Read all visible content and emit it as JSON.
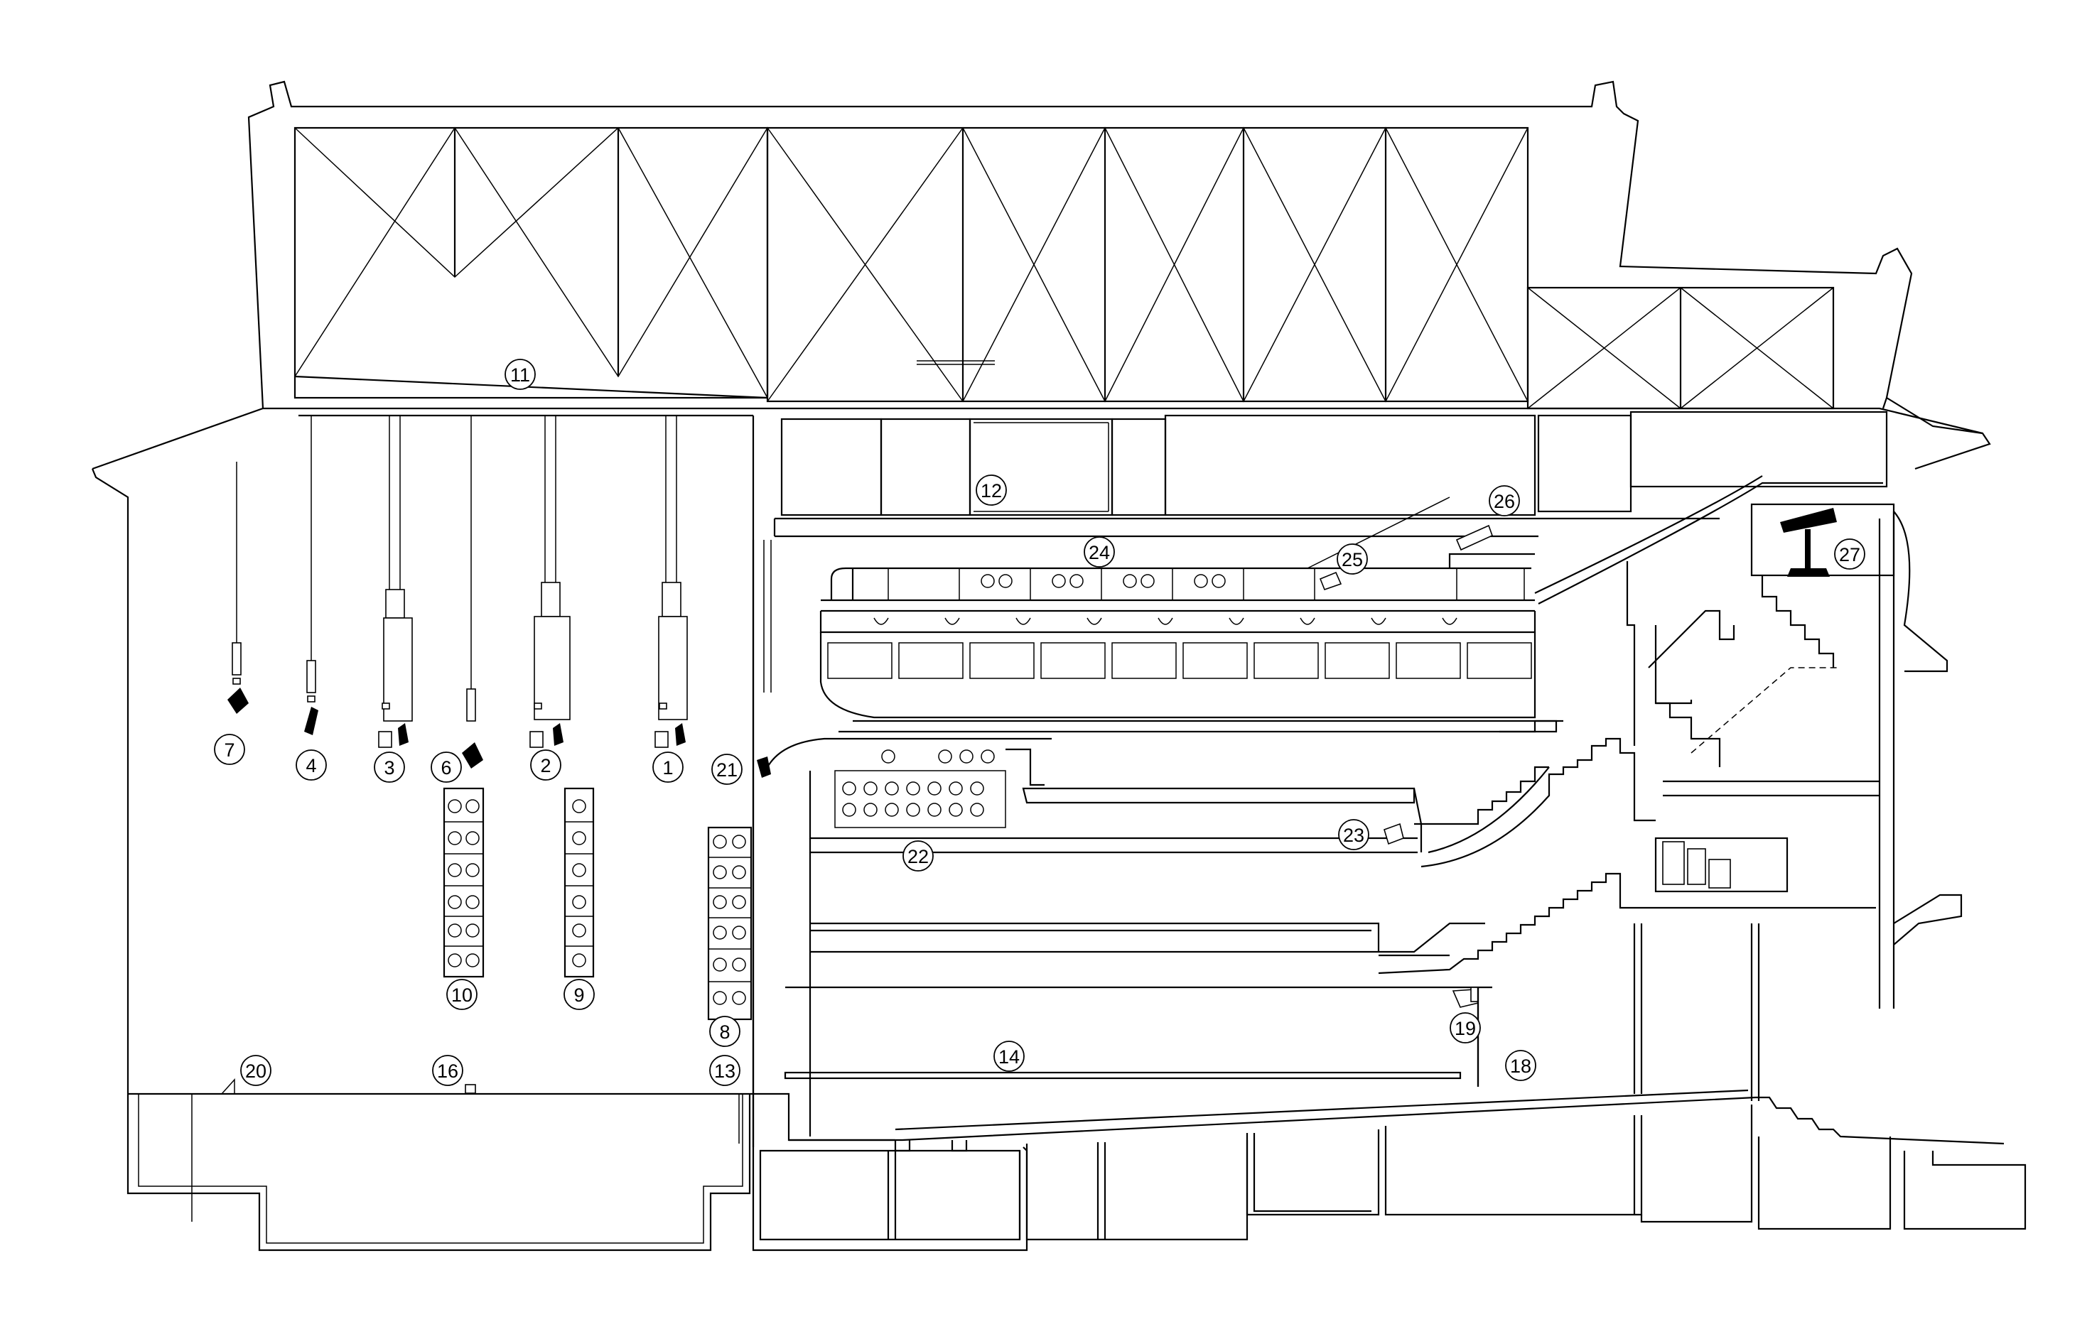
{
  "drawing": {
    "line_color": "#000000",
    "background": "#ffffff"
  },
  "callouts": [
    {
      "id": "1",
      "label": "1"
    },
    {
      "id": "2",
      "label": "2"
    },
    {
      "id": "3",
      "label": "3"
    },
    {
      "id": "4",
      "label": "4"
    },
    {
      "id": "6",
      "label": "6"
    },
    {
      "id": "7",
      "label": "7"
    },
    {
      "id": "8",
      "label": "8"
    },
    {
      "id": "9",
      "label": "9"
    },
    {
      "id": "10",
      "label": "10"
    },
    {
      "id": "11",
      "label": "11"
    },
    {
      "id": "12",
      "label": "12"
    },
    {
      "id": "13",
      "label": "13"
    },
    {
      "id": "14",
      "label": "14"
    },
    {
      "id": "16",
      "label": "16"
    },
    {
      "id": "18",
      "label": "18"
    },
    {
      "id": "19",
      "label": "19"
    },
    {
      "id": "20",
      "label": "20"
    },
    {
      "id": "21",
      "label": "21"
    },
    {
      "id": "22",
      "label": "22"
    },
    {
      "id": "23",
      "label": "23"
    },
    {
      "id": "24",
      "label": "24"
    },
    {
      "id": "25",
      "label": "25"
    },
    {
      "id": "26",
      "label": "26"
    },
    {
      "id": "27",
      "label": "27"
    }
  ]
}
